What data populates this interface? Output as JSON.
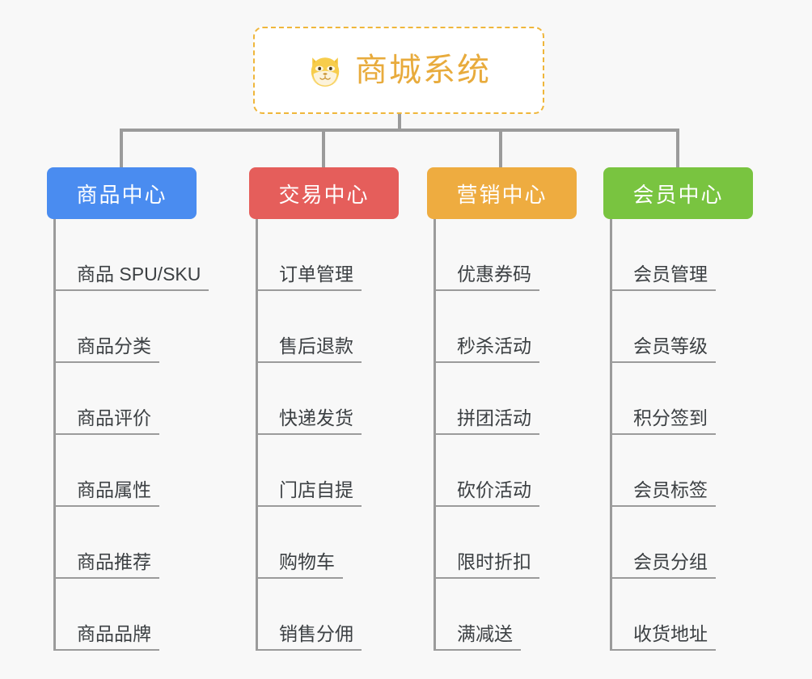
{
  "background_color": "#f8f8f8",
  "root": {
    "icon": "shiba-dog-face-icon",
    "title": "商城系统",
    "title_color": "#e8ab3c",
    "border_color": "#efb63b"
  },
  "branches": [
    {
      "label": "商品中心",
      "color": "#4a8cf0",
      "items": [
        "商品 SPU/SKU",
        "商品分类",
        "商品评价",
        "商品属性",
        "商品推荐",
        "商品品牌"
      ]
    },
    {
      "label": "交易中心",
      "color": "#e55e5b",
      "items": [
        "订单管理",
        "售后退款",
        "快递发货",
        "门店自提",
        "购物车",
        "销售分佣"
      ]
    },
    {
      "label": "营销中心",
      "color": "#eeac40",
      "items": [
        "优惠券码",
        "秒杀活动",
        "拼团活动",
        "砍价活动",
        "限时折扣",
        "满减送"
      ]
    },
    {
      "label": "会员中心",
      "color": "#79c440",
      "items": [
        "会员管理",
        "会员等级",
        "积分签到",
        "会员标签",
        "会员分组",
        "收货地址"
      ]
    }
  ]
}
